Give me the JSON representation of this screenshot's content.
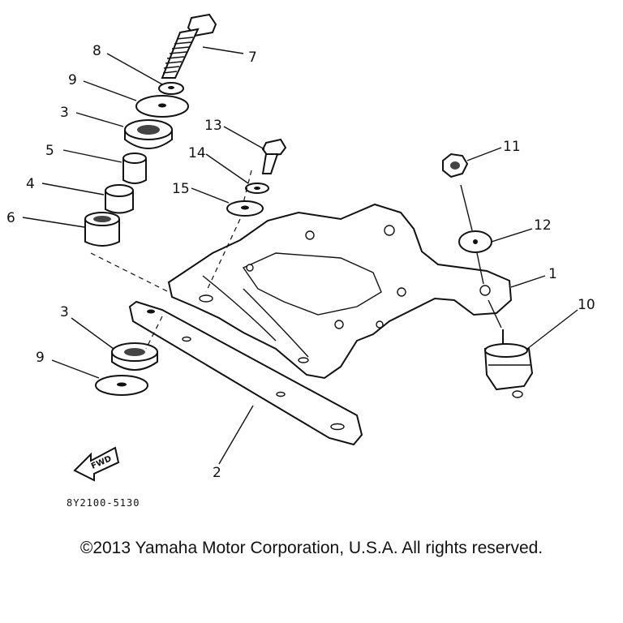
{
  "diagram": {
    "callouts": {
      "c1": "1",
      "c2": "2",
      "c3a": "3",
      "c3b": "3",
      "c4": "4",
      "c5": "5",
      "c6": "6",
      "c7": "7",
      "c8": "8",
      "c9a": "9",
      "c9b": "9",
      "c10": "10",
      "c11": "11",
      "c12": "12",
      "c13": "13",
      "c14": "14",
      "c15": "15"
    },
    "fwd_label": "FWD",
    "diagram_code": "8Y2100-5130"
  },
  "footer": {
    "copyright": "©2013 Yamaha Motor Corporation, U.S.A. All rights reserved."
  }
}
